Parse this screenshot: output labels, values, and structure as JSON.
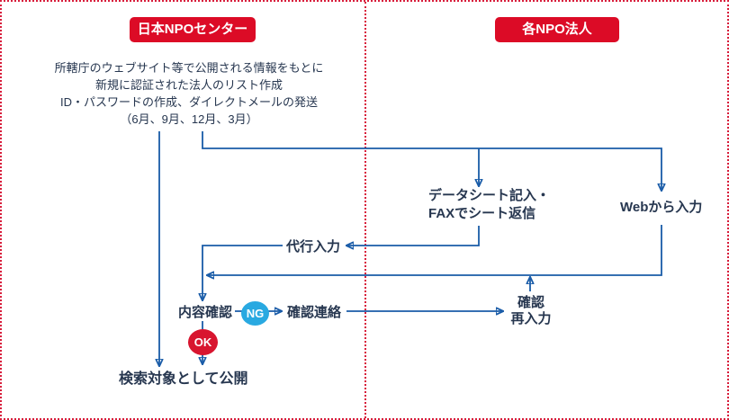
{
  "page": {
    "background": "#ffffff",
    "border_color": "#d81e3c",
    "line_color": "#1a5ca8",
    "text_color": "#273750",
    "accent_red": "#dc0b26",
    "ng_blue": "#29a9e1"
  },
  "columns": {
    "left": {
      "header": "日本NPOセンター"
    },
    "right": {
      "header": "各NPO法人"
    }
  },
  "left_column": {
    "note": {
      "lines": [
        "所轄庁のウェブサイト等で公開される情報をもとに",
        "新規に認証された法人のリスト作成",
        "ID・パスワードの作成、ダイレクトメールの発送",
        "（6月、9月、12月、3月）"
      ]
    },
    "nodes": {
      "proxy_input": "代行入力",
      "content_check": "内容確認",
      "confirm_contact": "確認連絡",
      "publish": "検索対象として公開"
    },
    "badges": {
      "ng": "NG",
      "ok": "OK"
    }
  },
  "right_column": {
    "nodes": {
      "datasheet": {
        "line1": "データシート記入・",
        "line2": "FAXでシート返信"
      },
      "web_input": "Webから入力",
      "confirm_reinput": {
        "line1": "確認",
        "line2": "再入力"
      }
    }
  }
}
